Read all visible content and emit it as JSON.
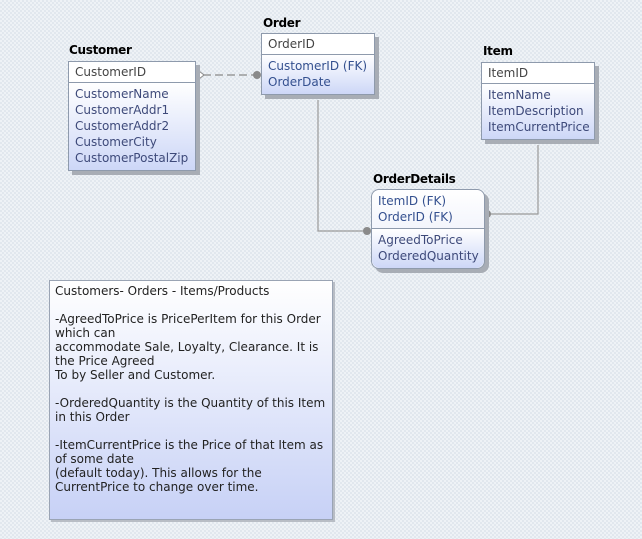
{
  "entities": {
    "customer": {
      "title": "Customer",
      "key": [
        "CustomerID"
      ],
      "attributes": [
        "CustomerName",
        "CustomerAddr1",
        "CustomerAddr2",
        "CustomerCity",
        "CustomerPostalZip"
      ]
    },
    "order": {
      "title": "Order",
      "key": [
        "OrderID"
      ],
      "attributes": [
        "CustomerID (FK)",
        "OrderDate"
      ]
    },
    "item": {
      "title": "Item",
      "key": [
        "ItemID"
      ],
      "attributes": [
        "ItemName",
        "ItemDescription",
        "ItemCurrentPrice"
      ]
    },
    "orderdetails": {
      "title": "OrderDetails",
      "key": [
        "ItemID (FK)",
        "OrderID (FK)"
      ],
      "attributes": [
        "AgreedToPrice",
        "OrderedQuantity"
      ]
    }
  },
  "relationships": [
    {
      "from": "Customer",
      "to": "Order",
      "style": "dashed"
    },
    {
      "from": "Order",
      "to": "OrderDetails",
      "style": "solid"
    },
    {
      "from": "Item",
      "to": "OrderDetails",
      "style": "solid"
    }
  ],
  "note": {
    "paragraphs": [
      [
        "Customers- Orders - Items/Products"
      ],
      [
        "-AgreedToPrice is PricePerItem for this Order",
        "which can",
        "accommodate Sale, Loyalty, Clearance. It is",
        "the Price Agreed",
        "To by Seller and Customer."
      ],
      [
        "-OrderedQuantity is the Quantity of this Item",
        "in this Order"
      ],
      [
        "-ItemCurrentPrice is the Price of that Item as",
        "of some date",
        "(default today). This allows for the",
        "CurrentPrice to change over time."
      ]
    ]
  },
  "colors": {
    "attr_text": "#3e4a7a",
    "fk_text": "#34508f",
    "border": "#8e9aac",
    "connector": "#9a9a9a"
  }
}
